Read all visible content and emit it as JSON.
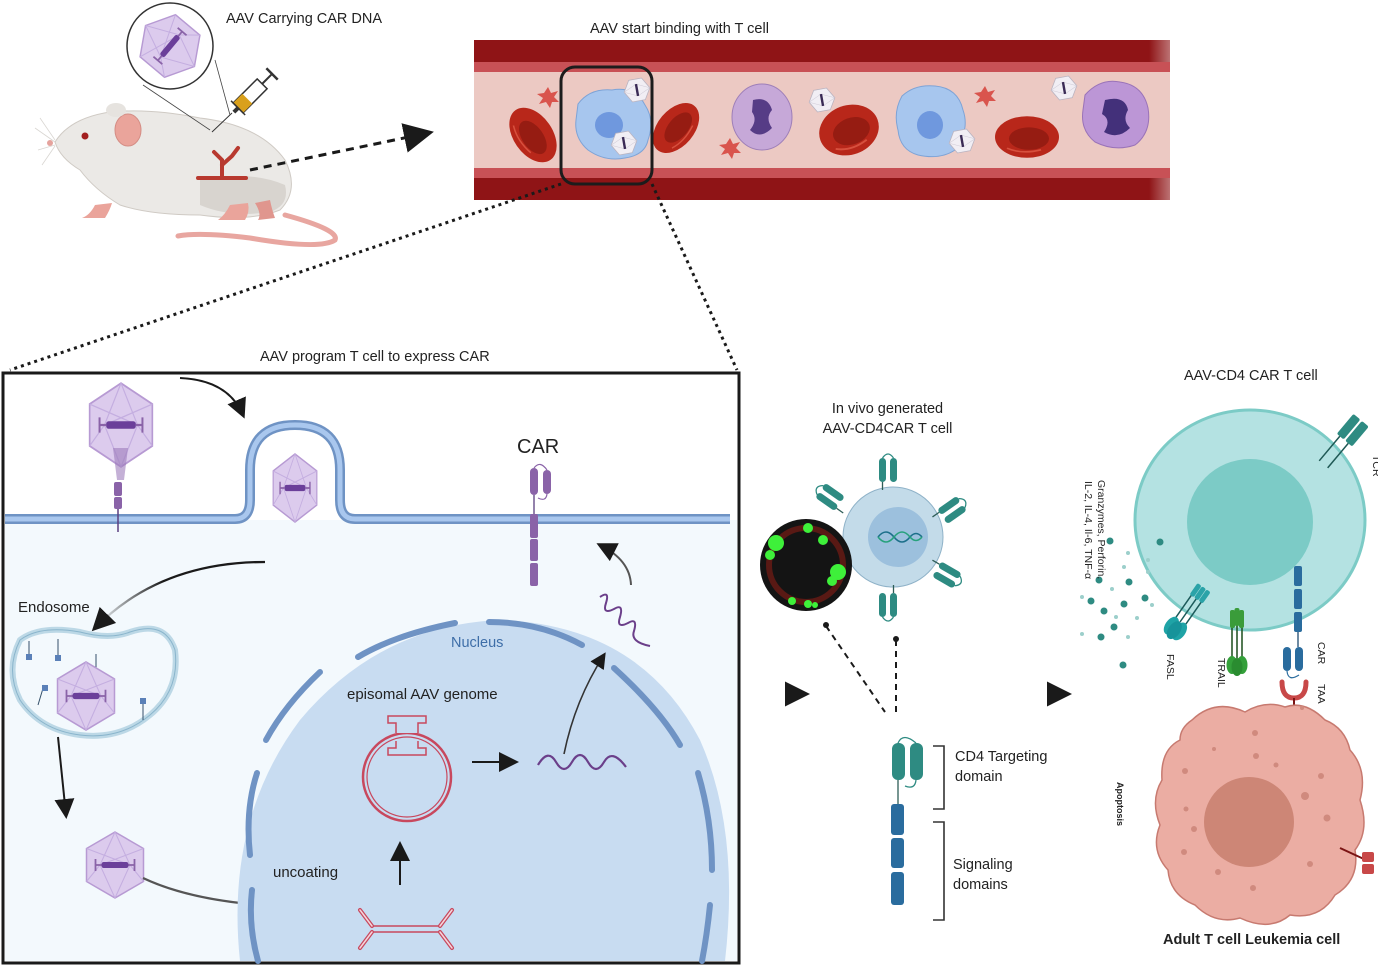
{
  "figure": {
    "panels": {
      "injection": {
        "title": "AAV Carrying CAR DNA",
        "subject": "mouse",
        "items": [
          "syringe",
          "aav-capsid-callout",
          "blood-vessel-site"
        ]
      },
      "bloodstream": {
        "title": "AAV start binding with T cell",
        "cells": [
          "red-blood-cell",
          "platelet",
          "t-cell-with-aav",
          "red-blood-cell",
          "platelet",
          "neutrophil",
          "aav",
          "red-blood-cell",
          "t-cell-with-aav",
          "platelet",
          "red-blood-cell",
          "aav",
          "eosinophil"
        ]
      },
      "programming": {
        "title": "AAV program T cell to express CAR",
        "labels": {
          "car": "CAR",
          "endosome": "Endosome",
          "nucleus": "Nucleus",
          "episomal": "episomal AAV genome",
          "uncoating": "uncoating"
        }
      },
      "generated": {
        "title_line1": "In vivo generated",
        "title_line2": "AAV-CD4CAR T cell",
        "domain_labels": {
          "targeting_line1": "CD4 Targeting",
          "targeting_line2": "domain",
          "signaling_line1": "Signaling",
          "signaling_line2": "domains"
        }
      },
      "killing": {
        "title": "AAV-CD4 CAR T cell",
        "cytokines": "Granzymes, Perforin,",
        "cytokines2": "IL-2, IL-4, Il-6, TNF-α",
        "receptors": {
          "fasl": "FASL",
          "trail": "TRAIL",
          "car": "CAR",
          "taa": "TAA",
          "tcr": "TCR"
        },
        "apoptosis": "Apoptosis",
        "target_cell": "Adult T cell Leukemia cell"
      }
    },
    "colors": {
      "vessel_dark": "#8f1416",
      "vessel_mid": "#c85156",
      "vessel_lumen": "#ecc9c3",
      "rbc": "#b8271a",
      "tcell_blue": "#a7c6ee",
      "aav_purple": "#dccbed",
      "membrane_blue": "#8fb4e0",
      "cytoplasm": "#f3f9fd",
      "nucleus": "#c8dcf1",
      "genome_red": "#c8485e",
      "car_purple": "#8a63a8",
      "car_teal": "#2e8b82",
      "car_blue": "#2a6c9e",
      "cart_cell": "#b4e2e2",
      "cart_nucleus": "#7ccbc6",
      "leukemia": "#ebada3",
      "leukemia_nucleus": "#cd8676"
    }
  }
}
